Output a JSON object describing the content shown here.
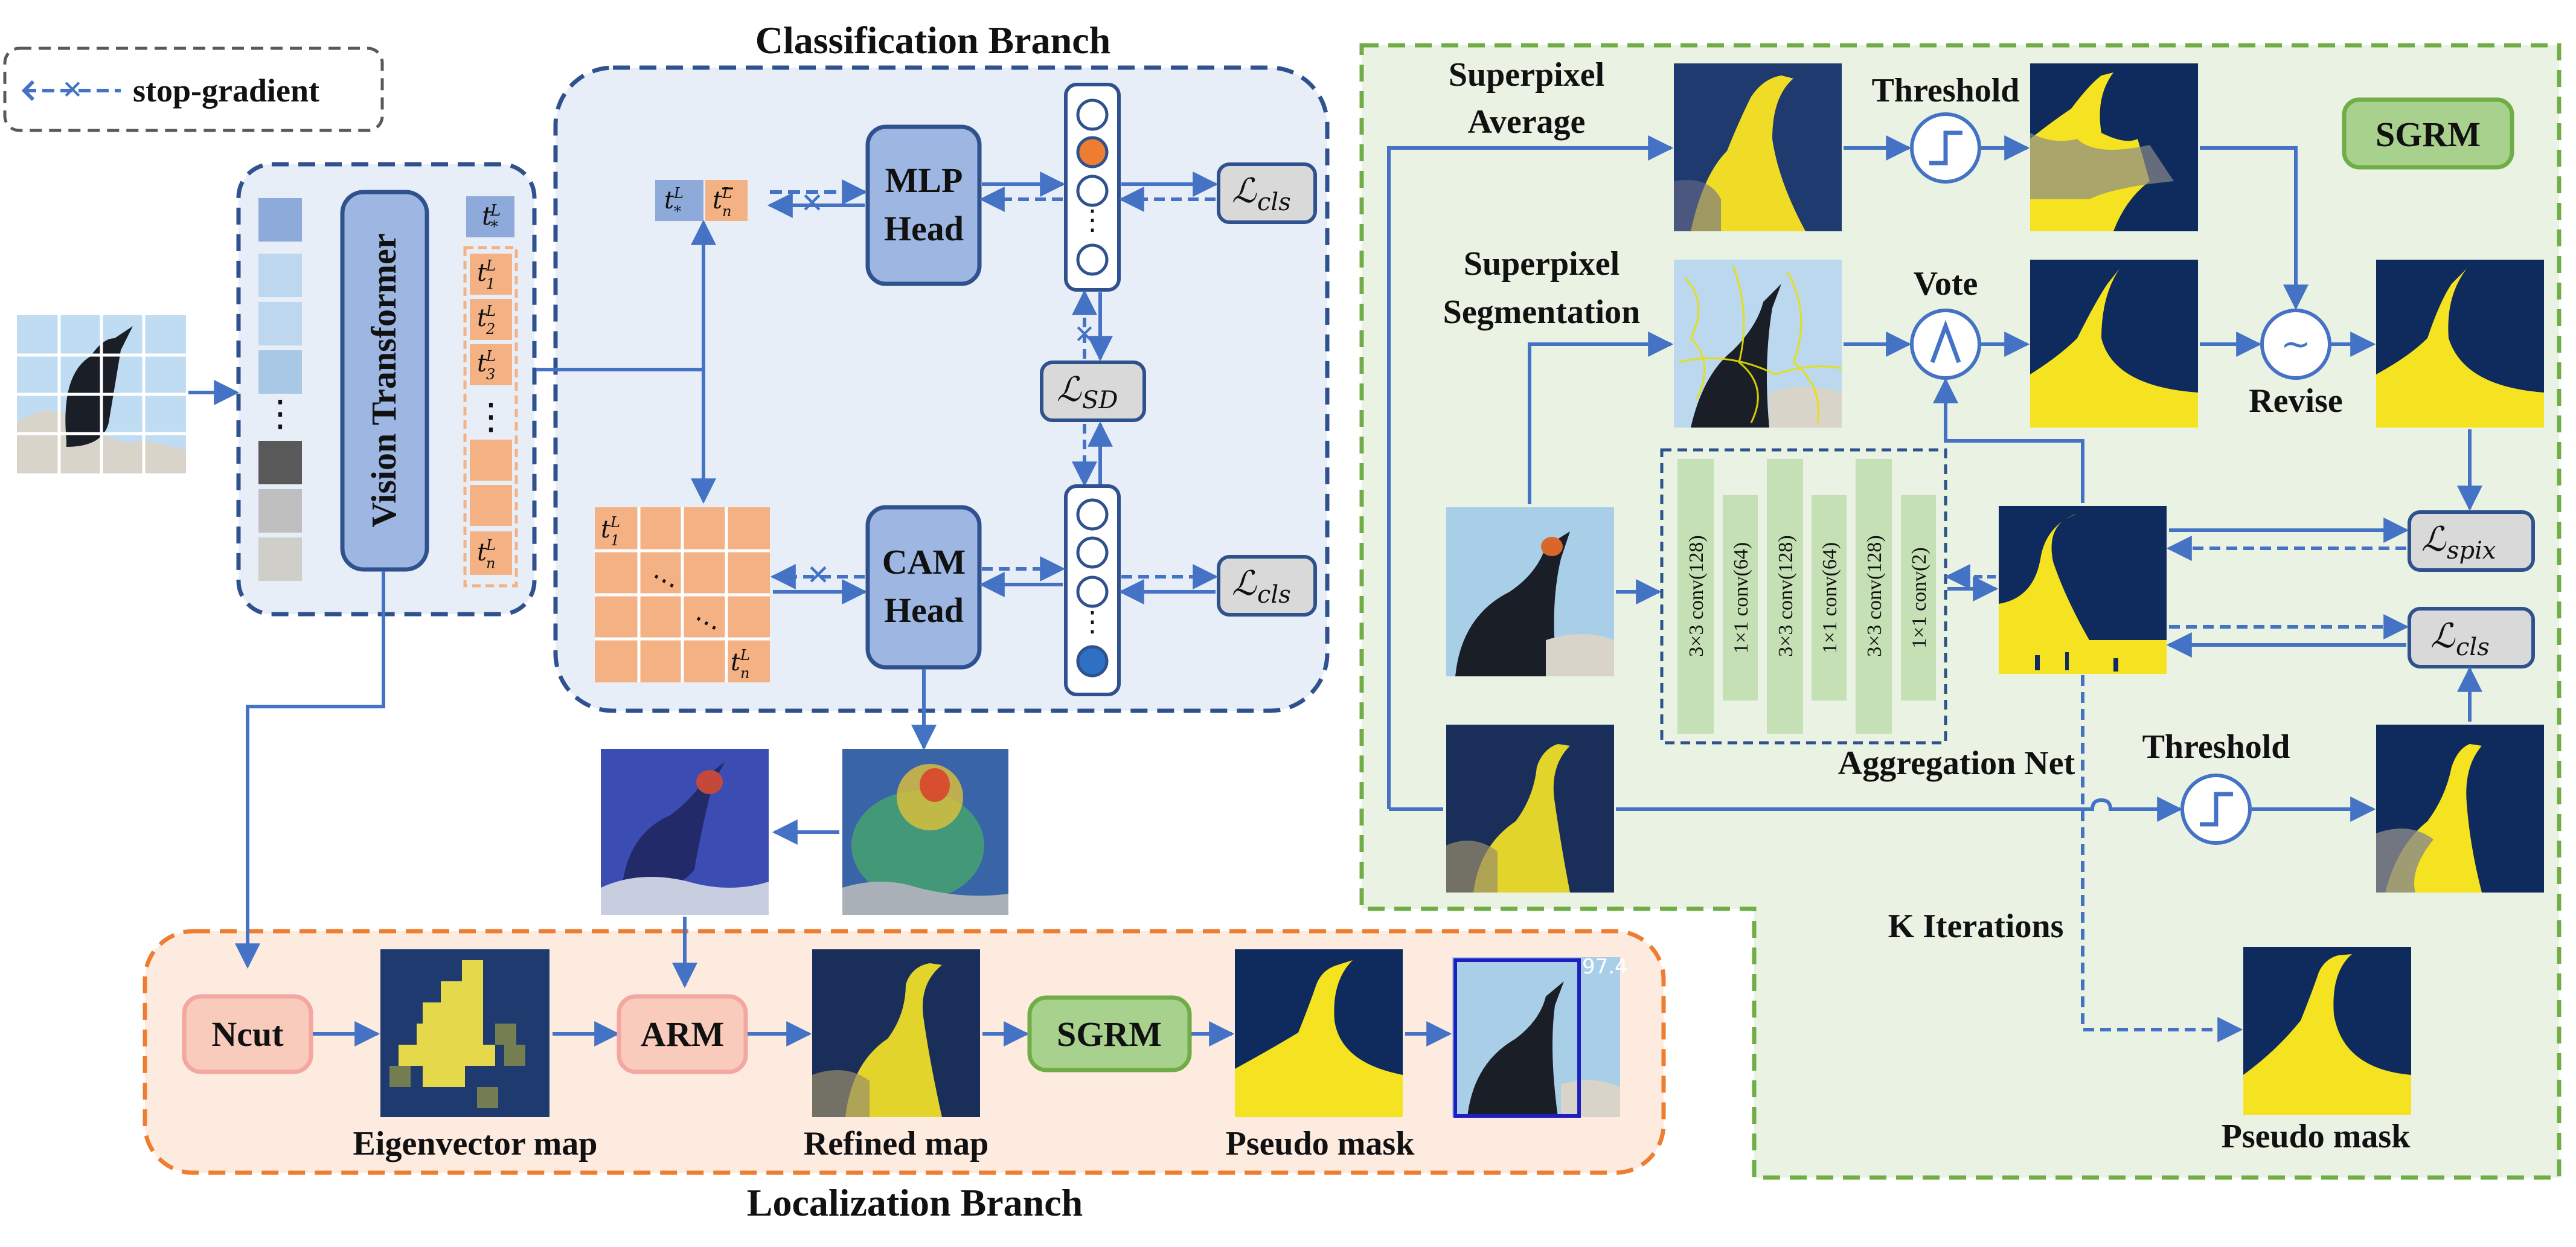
{
  "legend": {
    "stop_gradient": "stop-gradient"
  },
  "titles": {
    "classification_branch": "Classification Branch",
    "localization_branch": "Localization Branch"
  },
  "encoder": {
    "vit": "Vision Transformer"
  },
  "tokens": {
    "cls_token_base": "t",
    "cls_token_sup": "L",
    "cls_token_sub": "*",
    "token_1": "1",
    "token_2": "2",
    "token_3": "3",
    "token_n": "n",
    "ellipsis": "⋮",
    "mean_token": "n̄"
  },
  "heads": {
    "mlp_line1": "MLP",
    "mlp_line2": "Head",
    "cam_line1": "CAM",
    "cam_line2": "Head"
  },
  "losses": {
    "cls_top": "ℒcls",
    "sd": "ℒSD",
    "cls_bottom": "ℒcls",
    "spix": "ℒspix",
    "cls_right": "ℒcls",
    "symbol": "ℒ",
    "sub_cls": "cls",
    "sub_sd": "SD",
    "sub_spix": "spix"
  },
  "localization": {
    "ncut": "Ncut",
    "arm": "ARM",
    "sgrm": "SGRM",
    "eigenvector_map": "Eigenvector map",
    "refined_map": "Refined map",
    "pseudo_mask": "Pseudo mask",
    "score": "97.4"
  },
  "sgrm_panel": {
    "badge": "SGRM",
    "superpixel_average_l1": "Superpixel",
    "superpixel_average_l2": "Average",
    "superpixel_seg_l1": "Superpixel",
    "superpixel_seg_l2": "Segmentation",
    "threshold_top": "Threshold",
    "vote": "Vote",
    "revise": "Revise",
    "threshold_bottom": "Threshold",
    "k_iterations": "K Iterations",
    "aggregation_net": "Aggregation Net",
    "pseudo_mask": "Pseudo mask",
    "conv_layers": [
      "3×3 conv(128)",
      "1×1 conv(64)",
      "3×3 conv(128)",
      "1×1 conv(64)",
      "3×3 conv(128)",
      "1×1 conv(2)"
    ]
  },
  "colors": {
    "arrow": "#4472c4",
    "dark_blue_border": "#2f528f",
    "blue_panel": "#e8eef8",
    "green_panel": "#e9f2e3",
    "green_border": "#70ad47",
    "orange_panel": "#fdebe0",
    "orange_border": "#ed7d31",
    "token_orange": "#f4b183",
    "mask_navy": "#0f2a5c",
    "mask_yellow": "#f5e321",
    "head_fill": "#9db7e2",
    "loss_fill": "#d9d9d9",
    "pink_fill": "#f8cbbd",
    "sgrm_fill": "#a9d18e",
    "conv_fill": "#c5e0b4"
  }
}
